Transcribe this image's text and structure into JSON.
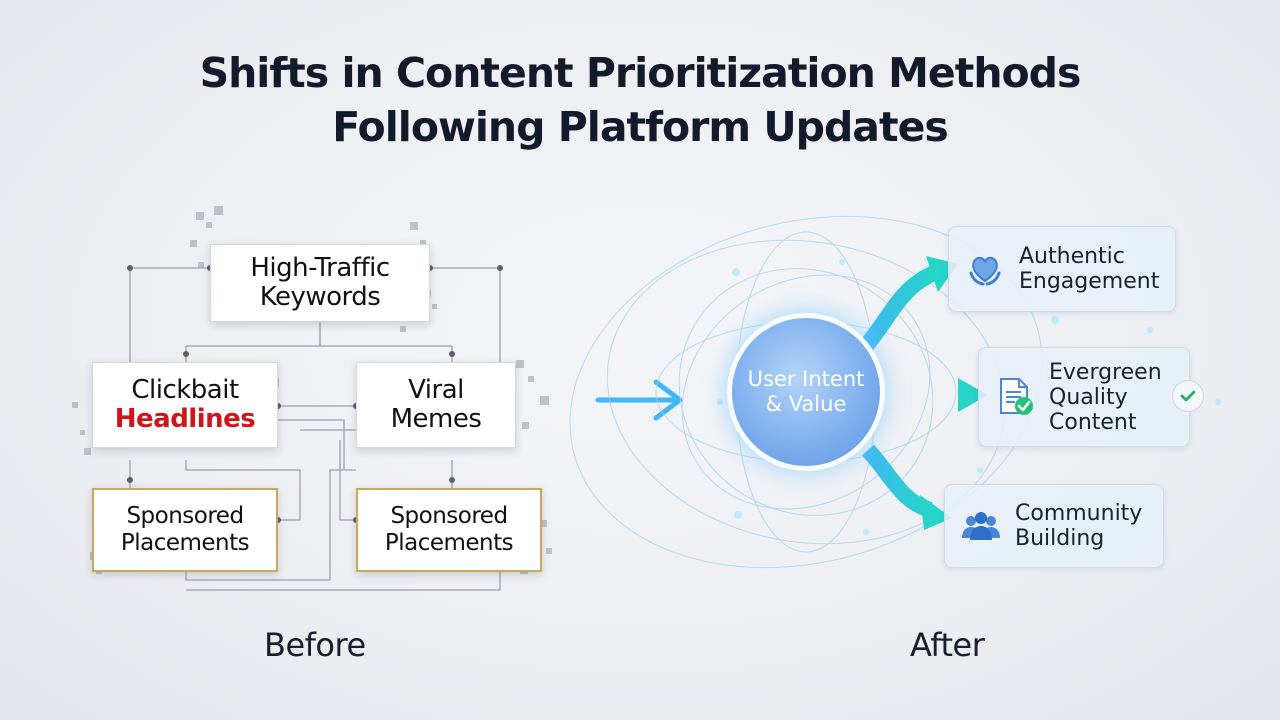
{
  "title": {
    "line1": "Shifts in Content Prioritization Methods",
    "line2": "Following Platform Updates"
  },
  "before": {
    "caption": "Before",
    "top_box": {
      "line1": "High-Traffic",
      "line2": "Keywords"
    },
    "left_box": {
      "line1": "Clickbait",
      "line2": "Headlines"
    },
    "right_box": {
      "line1": "Viral",
      "line2": "Memes"
    },
    "bottom_left_box": {
      "line1": "Sponsored",
      "line2": "Placements"
    },
    "bottom_right_box": {
      "line1": "Sponsored",
      "line2": "Placements"
    }
  },
  "after": {
    "caption": "After",
    "hub": {
      "line1": "User Intent",
      "line2": "& Value"
    },
    "cards": [
      {
        "icon": "heart-hands-icon",
        "line1": "Authentic",
        "line2": "Engagement"
      },
      {
        "icon": "document-check-icon",
        "line1": "Evergreen",
        "line2": "Quality",
        "line3": "Content"
      },
      {
        "icon": "community-icon",
        "line1": "Community",
        "line2": "Building"
      }
    ]
  },
  "colors": {
    "title": "#131a2b",
    "headline_red": "#d0141a",
    "gold_border": "#c9a85c",
    "arrow_start": "#3fb8f5",
    "arrow_end": "#25d6c4",
    "hub": "#7fb0ee",
    "card_bg": "#e8f0f8"
  }
}
